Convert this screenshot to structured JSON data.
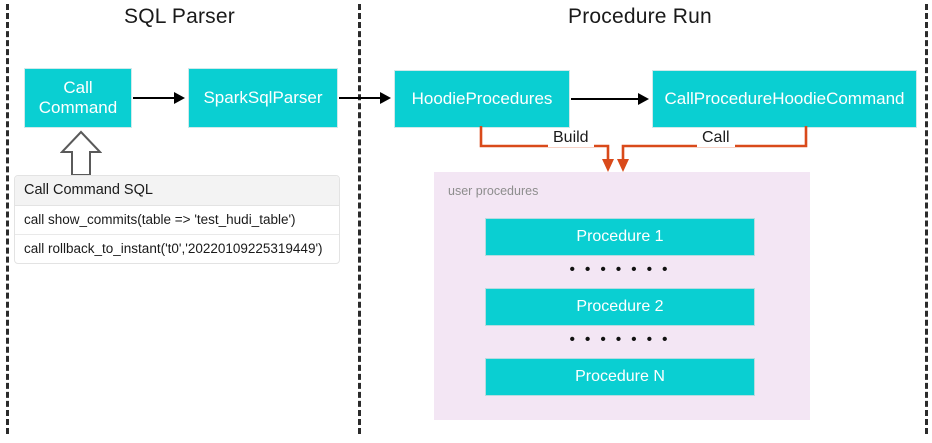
{
  "diagram": {
    "sections": [
      {
        "id": "sql-parser",
        "title": "SQL Parser"
      },
      {
        "id": "procedure-run",
        "title": "Procedure Run"
      }
    ],
    "nodes": {
      "call_command": "Call\nCommand",
      "spark_sql_parser": "SparkSqlParser",
      "hoodie_procedures": "HoodieProcedures",
      "call_procedure_hoodie_command": "CallProcedureHoodieCommand"
    },
    "edge_labels": {
      "build": "Build",
      "call": "Call"
    },
    "sql_table": {
      "header": "Call Command SQL",
      "rows": [
        "call show_commits(table => 'test_hudi_table')",
        "call rollback_to_instant('t0','20220109225319449')"
      ]
    },
    "user_procedures": {
      "caption": "user procedures",
      "items": [
        {
          "label": "Procedure 1"
        },
        {
          "label": "Procedure 2"
        },
        {
          "label": "Procedure N"
        }
      ],
      "ellipsis": "• • • • • • •"
    },
    "colors": {
      "node_fill": "#0ACFD2",
      "node_text": "#FFFFFF",
      "panel_fill": "#F3E6F4",
      "edge_orange": "#D94A1A",
      "edge_black": "#000000",
      "divider": "#2B2B2B",
      "caption_text": "#8D8D8D"
    }
  }
}
